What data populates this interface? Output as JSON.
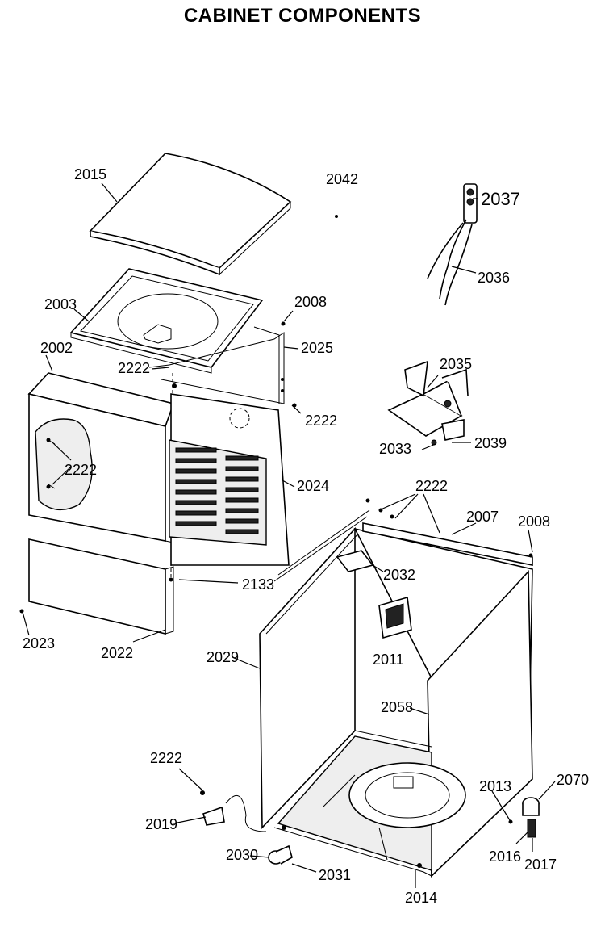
{
  "title": "CABINET COMPONENTS",
  "labels": {
    "p2015": "2015",
    "p2042": "2042",
    "p2037": "2037",
    "p2036": "2036",
    "p2003": "2003",
    "p2008_top": "2008",
    "p2025": "2025",
    "p2002": "2002",
    "p2222_a": "2222",
    "p2222_b": "2222",
    "p2222_c": "2222",
    "p2035": "2035",
    "p2033": "2033",
    "p2039": "2039",
    "p2024": "2024",
    "p2222_d": "2222",
    "p2007": "2007",
    "p2008_right": "2008",
    "p2032": "2032",
    "p2133": "2133",
    "p2023": "2023",
    "p2022": "2022",
    "p2011": "2011",
    "p2029": "2029",
    "p2058": "2058",
    "p2222_e": "2222",
    "p2013": "2013",
    "p2070": "2070",
    "p2019": "2019",
    "p2030": "2030",
    "p2031": "2031",
    "p2016": "2016",
    "p2017": "2017",
    "p2014": "2014"
  }
}
